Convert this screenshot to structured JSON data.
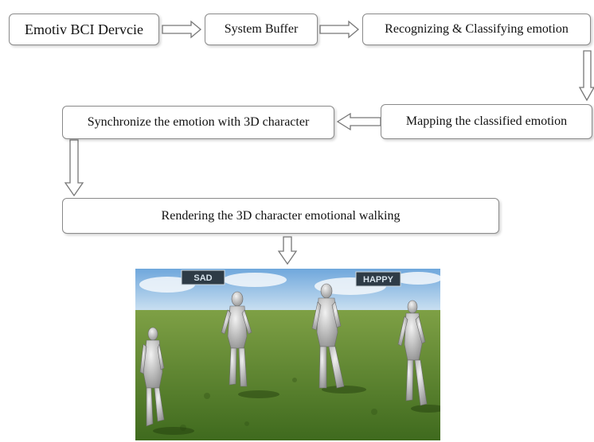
{
  "flow": {
    "nodes": [
      {
        "id": "emotiv",
        "label": "Emotiv BCI Dervcie"
      },
      {
        "id": "buffer",
        "label": "System Buffer"
      },
      {
        "id": "recognize",
        "label": "Recognizing & Classifying emotion"
      },
      {
        "id": "mapping",
        "label": "Mapping the classified emotion"
      },
      {
        "id": "sync",
        "label": "Synchronize the emotion with 3D character"
      },
      {
        "id": "render",
        "label": "Rendering the 3D character emotional walking"
      }
    ],
    "edges": [
      {
        "from": "emotiv",
        "to": "buffer"
      },
      {
        "from": "buffer",
        "to": "recognize"
      },
      {
        "from": "recognize",
        "to": "mapping"
      },
      {
        "from": "mapping",
        "to": "sync"
      },
      {
        "from": "sync",
        "to": "render"
      },
      {
        "from": "render",
        "to": "scene"
      }
    ]
  },
  "scene": {
    "label_left": "Sad",
    "label_right": "Happy",
    "sky_color": "#9fc4e6",
    "grass_color": "#5f8a2c"
  }
}
